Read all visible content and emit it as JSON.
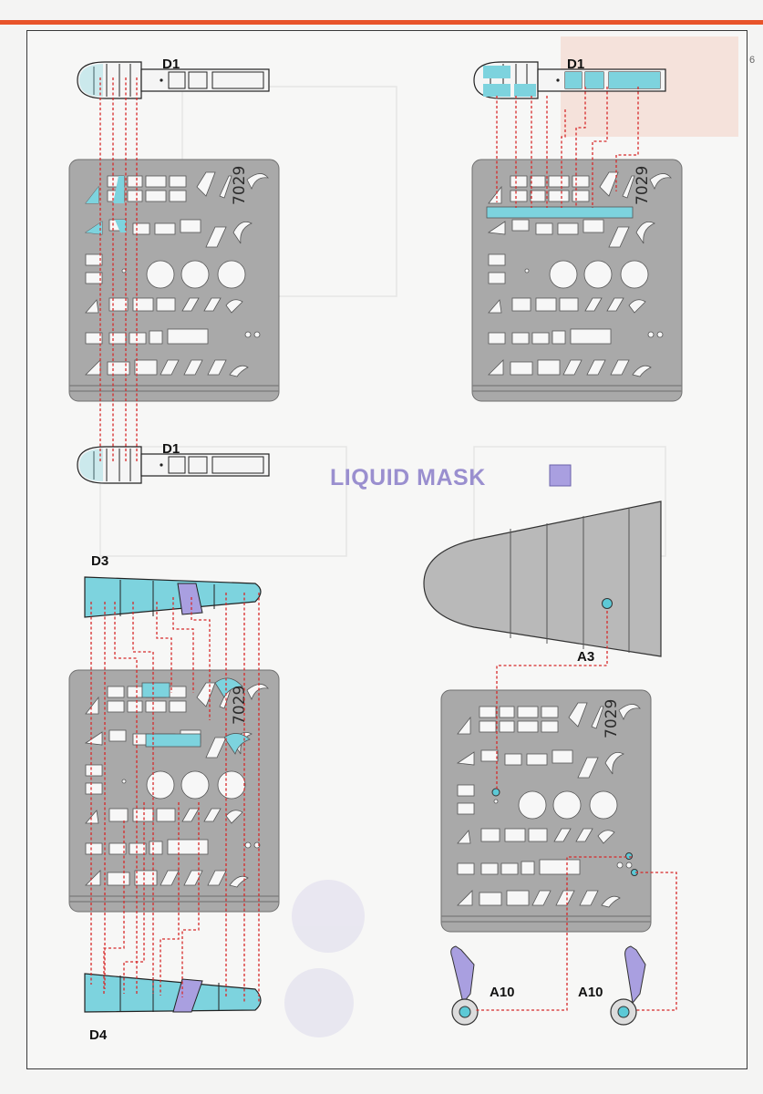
{
  "page": {
    "page_number": "6",
    "colors": {
      "accent_bar": "#e8542a",
      "mask_cyan": "#7dd3de",
      "liquid_mask": "#a99fe0",
      "fret_gray": "#a8a8a8",
      "leader_red": "#d62a2a"
    }
  },
  "legend": {
    "liquid_mask_label": "LIQUID MASK"
  },
  "labels": {
    "canopy_top_left": "D1",
    "canopy_top_right": "D1",
    "canopy_middle": "D1",
    "canopy_d3": "D3",
    "canopy_d4": "D4",
    "nose_a3": "A3",
    "wheel_left": "A10",
    "wheel_right": "A10"
  },
  "frets": {
    "product_code": "7029"
  }
}
